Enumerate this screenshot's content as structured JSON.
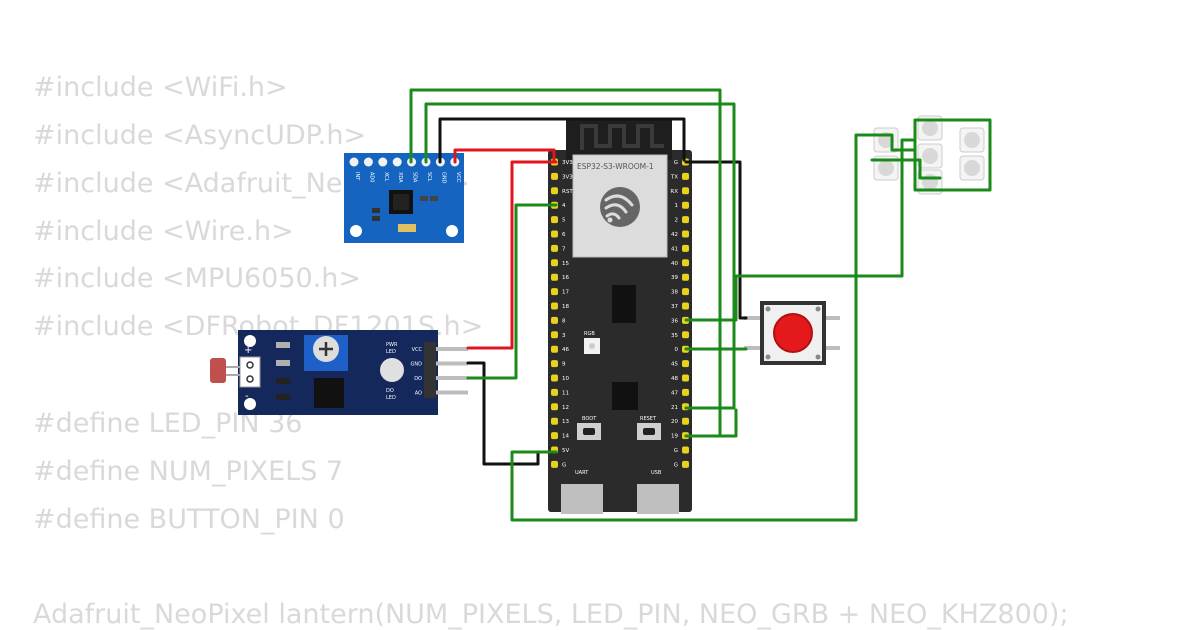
{
  "code_lines": [
    "#include <WiFi.h>",
    "#include <AsyncUDP.h>",
    "#include <Adafruit_NeoPixel.h>",
    "#include <Wire.h>",
    "#include <MPU6050.h>",
    "#include <DFRobot_DF1201S.h>",
    "#define LED_PIN 36",
    "#define NUM_PIXELS 7",
    "#define BUTTON_PIN 0",
    "Adafruit_NeoPixel lantern(NUM_PIXELS, LED_PIN, NEO_GRB + NEO_KHZ800);"
  ],
  "esp32": {
    "name": "ESP32-S3-WROOM-1",
    "left_pins": [
      "3V3",
      "3V3",
      "RST",
      "4",
      "5",
      "6",
      "7",
      "15",
      "16",
      "17",
      "18",
      "8",
      "3",
      "46",
      "9",
      "10",
      "11",
      "12",
      "13",
      "14",
      "5V",
      "G"
    ],
    "right_pins": [
      "G",
      "TX",
      "RX",
      "1",
      "2",
      "42",
      "41",
      "40",
      "39",
      "38",
      "37",
      "36",
      "35",
      "0",
      "45",
      "48",
      "47",
      "21",
      "20",
      "19",
      "G",
      "G"
    ],
    "rgb_label": "RGB",
    "boot_label": "BOOT",
    "reset_label": "RESET",
    "uart_label": "UART",
    "usb_label": "USB"
  },
  "mpu6050": {
    "pins": [
      "INT",
      "AD0",
      "XCL",
      "XDA",
      "SDA",
      "SCL",
      "GND",
      "VCC"
    ]
  },
  "ldr_module": {
    "pins": [
      "VCC",
      "GND",
      "DO",
      "AO"
    ],
    "pwr_led_label": [
      "PWR",
      "LED"
    ],
    "do_led_label": [
      "DO",
      "LED"
    ],
    "plus": "+",
    "minus": "-"
  },
  "colors": {
    "wire_red": "#e0151f",
    "wire_green": "#1a8a1a",
    "wire_black": "#111111",
    "board_dark": "#2b2b2b",
    "pcb_blue": "#1565c0",
    "pcb_navy": "#15285c",
    "button_red": "#e3191c",
    "code_text": "#d9d9d9"
  }
}
